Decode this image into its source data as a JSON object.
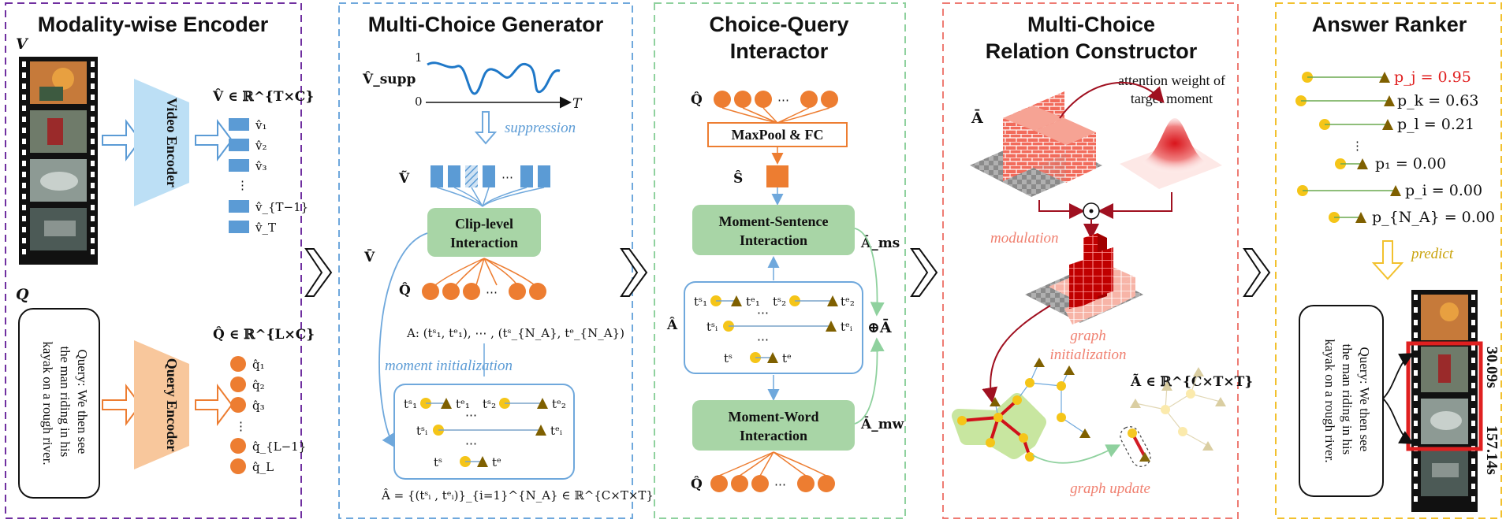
{
  "panels": {
    "encoder": {
      "title": "Modality-wise Encoder",
      "video_symbol": "V",
      "query_symbol": "Q",
      "video_encoder_label": "Video Encoder",
      "query_encoder_label": "Query Encoder",
      "v_feature_label": "V̂ ∈ ℝ^{T×C}",
      "q_feature_label": "Q̂ ∈ ℝ^{L×C}",
      "v_items": [
        "v̂₁",
        "v̂₂",
        "v̂₃",
        "⋮",
        "v̂_{T−1}",
        "v̂_T"
      ],
      "q_items": [
        "q̂₁",
        "q̂₂",
        "q̂₃",
        "⋮",
        "q̂_{L−1}",
        "q̂_L"
      ],
      "query_lines": [
        "Query: We then see",
        "the man riding in his",
        "kayak on a rough river."
      ]
    },
    "generator": {
      "title": "Multi-Choice Generator",
      "vsupp_label": "V̂_supp",
      "axis_one": "1",
      "axis_zero": "0",
      "axis_t": "T",
      "suppression_label": "suppression",
      "vtilde_label": "Ṽ",
      "clip_box": [
        "Clip-level",
        "Interaction"
      ],
      "vbar_label": "V̄",
      "qhat_label": "Q̂",
      "anchor_label": "A: (tˢ₁, tᵉ₁), ⋯ , (tˢ_{N_A}, tᵉ_{N_A})",
      "init_label": "moment initialization",
      "ahat_formula": "Â = {(tˢᵢ , tᵉᵢ)}_{i=1}^{N_A} ∈ ℝ^{C×T×T}"
    },
    "interactor": {
      "title_lines": [
        "Choice-Query",
        "Interactor"
      ],
      "qhat_label": "Q̂",
      "maxpool_label": "MaxPool & FC",
      "shat_label": "Ŝ",
      "ms_box": [
        "Moment-Sentence",
        "Interaction"
      ],
      "mw_box": [
        "Moment-Word",
        "Interaction"
      ],
      "ahat_label": "Â",
      "ams_label": "Ā_ms",
      "amw_label": "Ā_mw",
      "sum_label": "⊕Ā"
    },
    "constructor": {
      "title_lines": [
        "Multi-Choice",
        "Relation Constructor"
      ],
      "abar_label": "Ā",
      "attn_lines": [
        "attention weight of",
        "target moment"
      ],
      "modulation_label": "modulation",
      "graph_init_lines": [
        "graph",
        "initialization"
      ],
      "atilde_label": "Ã ∈ ℝ^{C×T×T}",
      "graph_update_label": "graph update"
    },
    "ranker": {
      "title": "Answer Ranker",
      "probs": [
        "p_j = 0.95",
        "p_k = 0.63",
        "p_l = 0.21",
        "p₁ = 0.00",
        "p_i = 0.00",
        "p_{N_A} = 0.00"
      ],
      "predict_label": "predict",
      "query_lines": [
        "Query: We then see",
        "the man riding in his",
        "kayak on a rough river."
      ],
      "time_start": "30.09s",
      "time_end": "157.14s"
    }
  },
  "colors": {
    "purple_border": "#7030a0",
    "blue_border": "#6fa8dc",
    "green_border": "#8fd19e",
    "red_border": "#ee7b73",
    "yellow_border": "#f2c12e",
    "orange": "#ed7d31",
    "blue": "#5b9bd5",
    "green_box": "#a8d5a6",
    "gold": "#f5c518",
    "olive": "#7f6000",
    "red": "#e02020"
  }
}
